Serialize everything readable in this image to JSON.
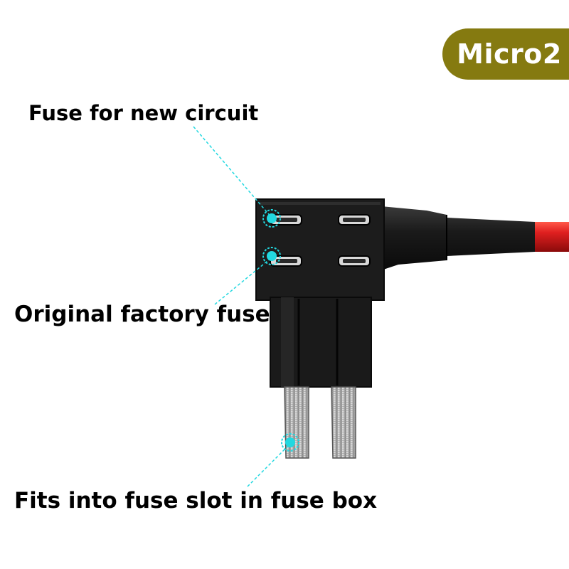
{
  "badge": {
    "text": "Micro2"
  },
  "callouts": {
    "fuse_new": "Fuse for new circuit",
    "original": "Original factory fuse",
    "fits": "Fits into fuse slot in fuse box"
  },
  "colors": {
    "badge": "#857a10",
    "housing": "#1c1c1c",
    "wire": "#d01818",
    "callout": "#22d8e0"
  }
}
